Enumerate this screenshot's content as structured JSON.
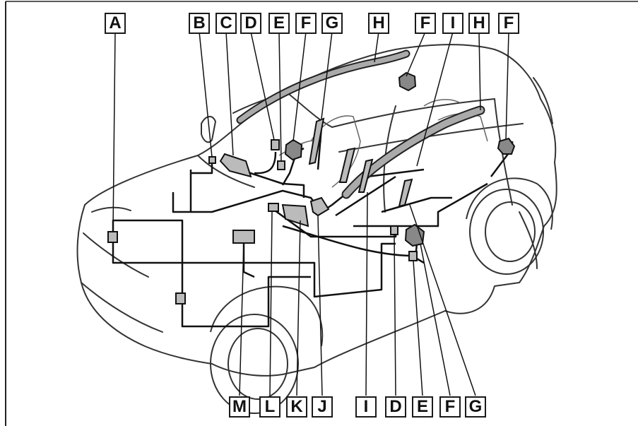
{
  "top_labels": [
    "A",
    "B",
    "C",
    "D",
    "E",
    "F",
    "G",
    "H",
    "F",
    "I",
    "H",
    "F"
  ],
  "bottom_labels": [
    "M",
    "L",
    "K",
    "J",
    "I",
    "D",
    "E",
    "F",
    "G"
  ]
}
